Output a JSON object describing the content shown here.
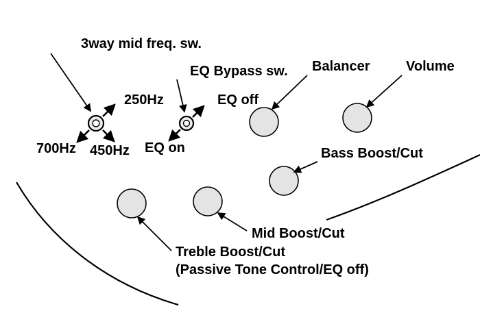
{
  "diagram": {
    "title": "Bass controls layout diagram",
    "labels": {
      "mid_freq_sw": "3way mid freq. sw.",
      "hz250": "250Hz",
      "hz700": "700Hz",
      "hz450": "450Hz",
      "eq_bypass_sw": "EQ Bypass sw.",
      "eq_off": "EQ off",
      "eq_on": "EQ on",
      "balancer": "Balancer",
      "volume": "Volume",
      "bass": "Bass Boost/Cut",
      "mid": "Mid Boost/Cut",
      "treble": "Treble Boost/Cut",
      "treble_note": "(Passive Tone Control/EQ off)"
    },
    "colors": {
      "background": "#ffffff",
      "stroke": "#000000",
      "knob_fill": "#e4e4e4",
      "switch_fill": "#ededed"
    }
  }
}
